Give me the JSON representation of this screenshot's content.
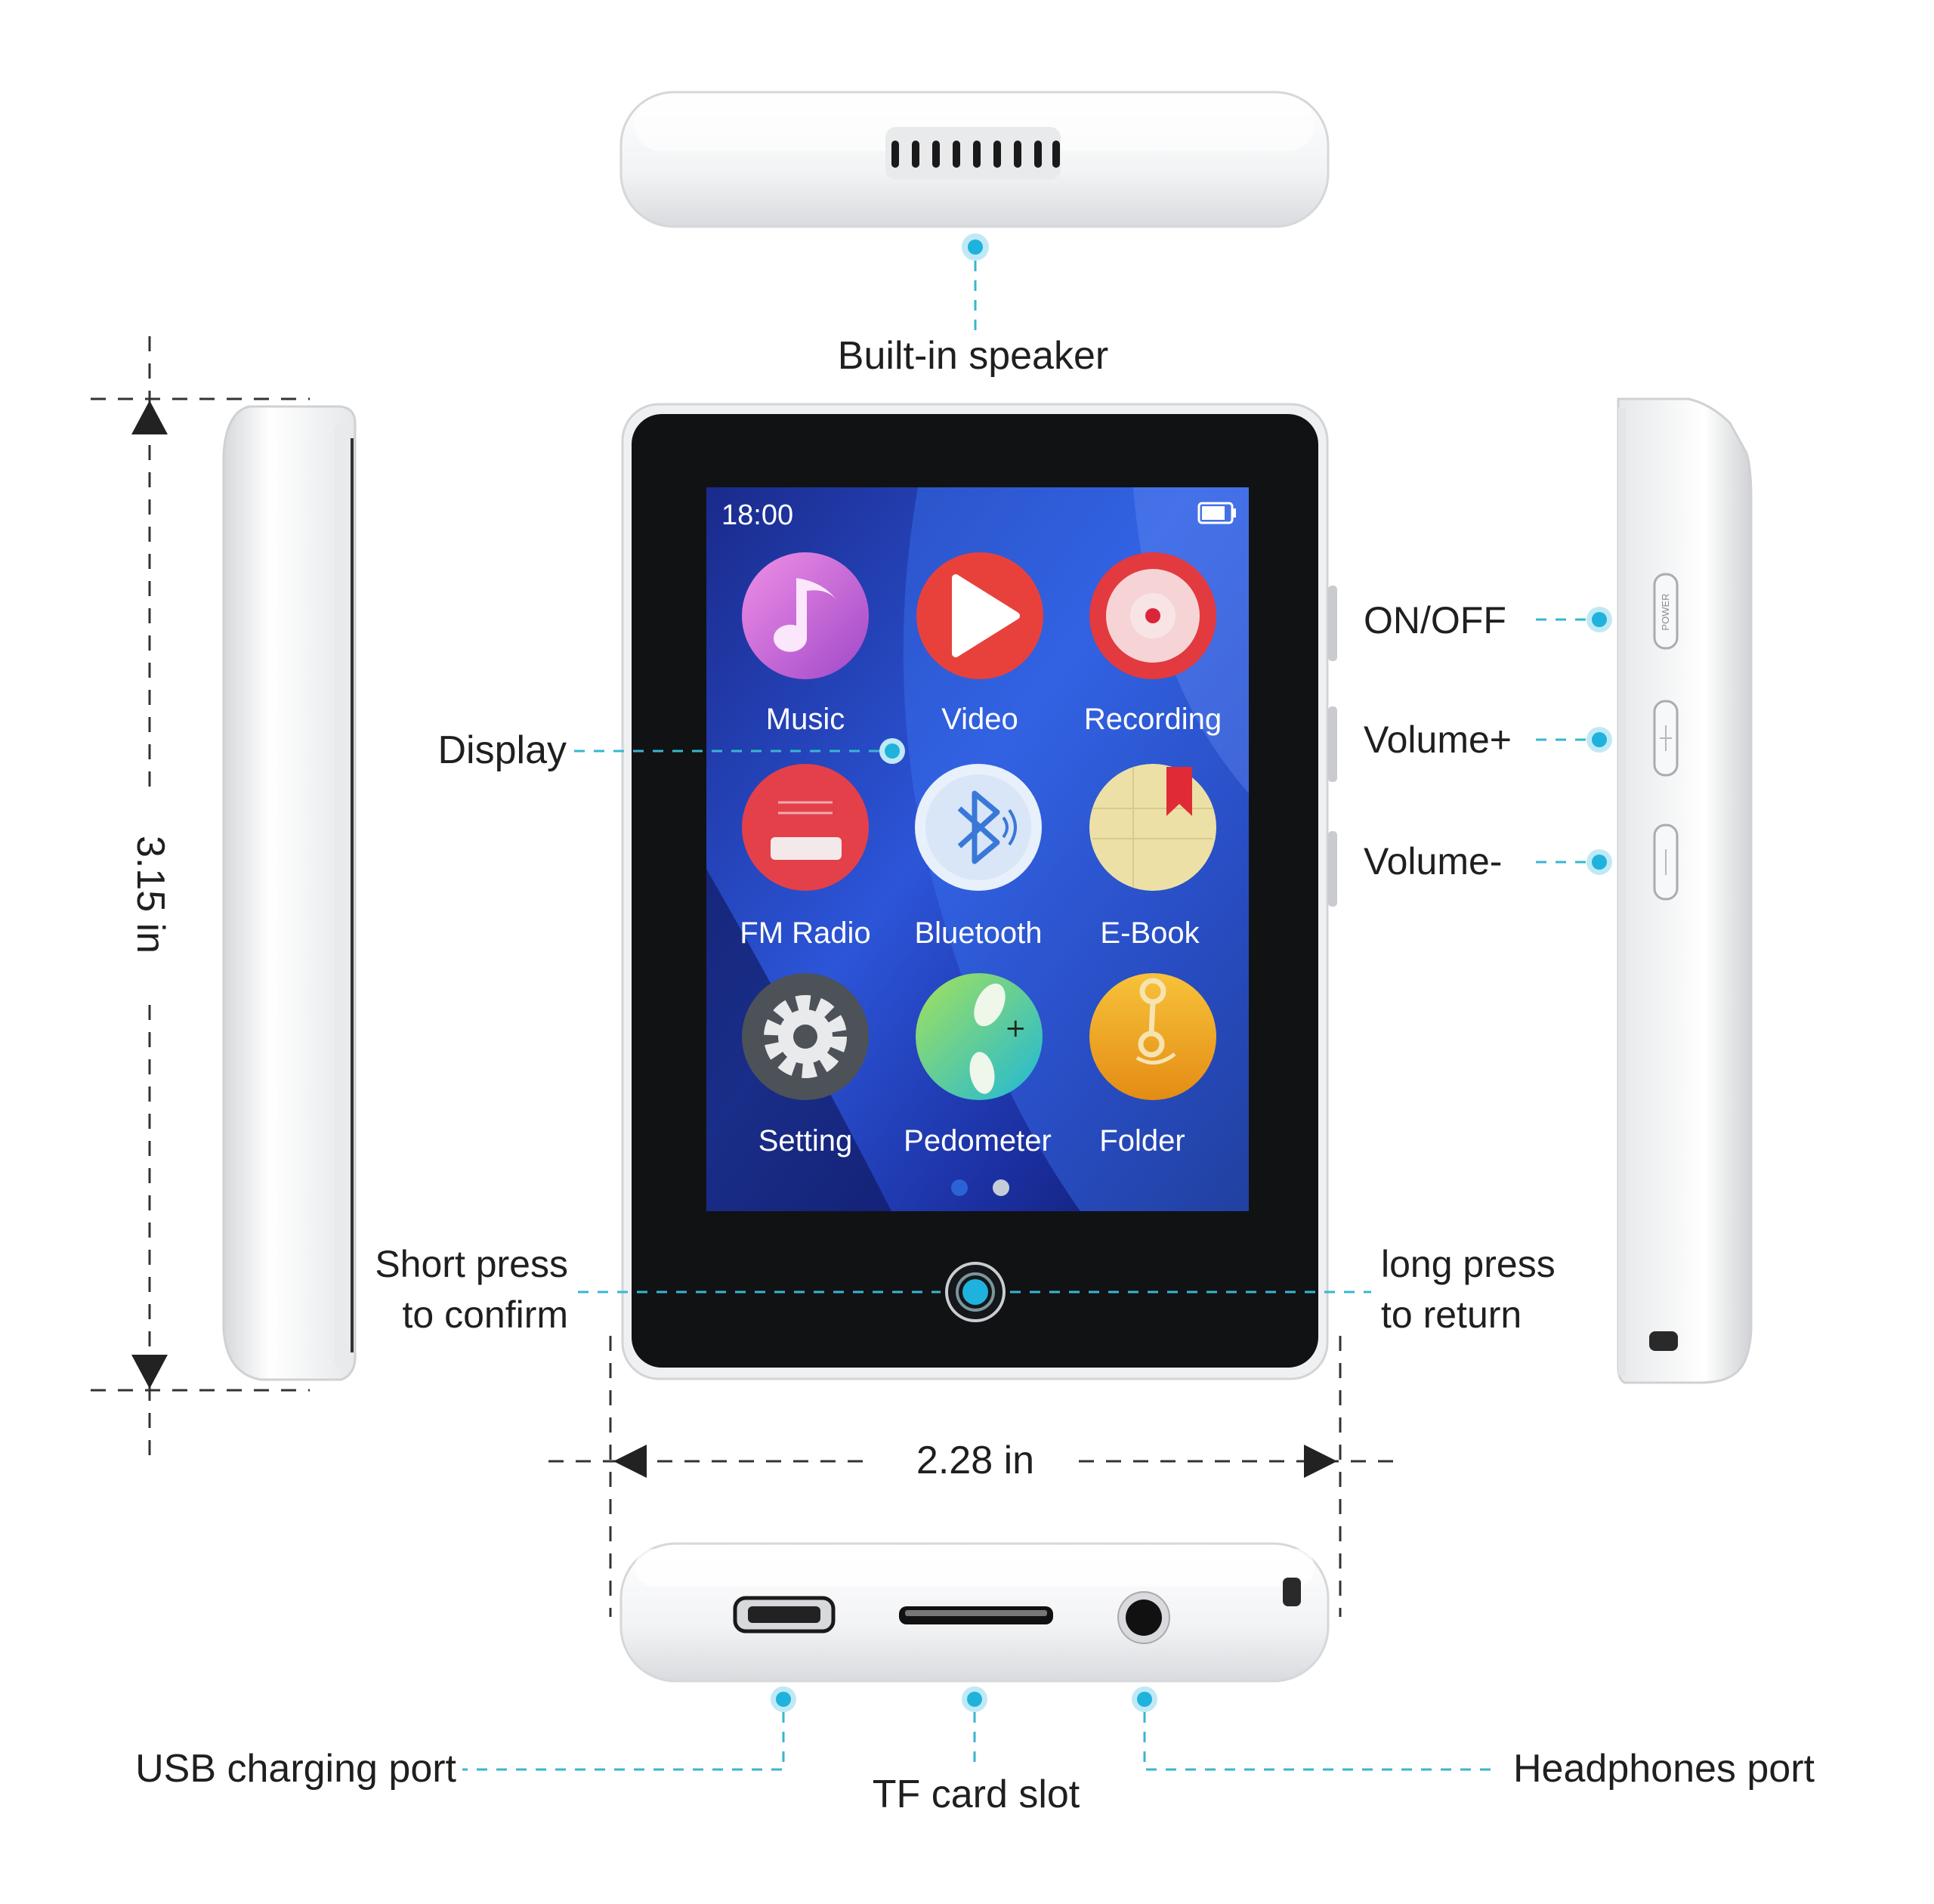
{
  "callouts": {
    "speaker": "Built-in speaker",
    "display": "Display",
    "on_off": "ON/OFF",
    "volume_up": "Volume+",
    "volume_down": "Volume-",
    "short_press_line1": "Short press",
    "short_press_line2": "to confirm",
    "long_press_line1": "long press",
    "long_press_line2": "to return",
    "usb": "USB charging port",
    "tf_card": "TF card slot",
    "headphones": "Headphones port"
  },
  "dimensions": {
    "height": "3.15 in",
    "width": "2.28 in"
  },
  "screen": {
    "time": "18:00",
    "apps": [
      {
        "label": "Music",
        "icon": "music-note-icon",
        "color": "#d36ad8"
      },
      {
        "label": "Video",
        "icon": "play-icon",
        "color": "#e8413c"
      },
      {
        "label": "Recording",
        "icon": "record-icon",
        "color": "#e23a3f"
      },
      {
        "label": "FM Radio",
        "icon": "radio-icon",
        "color": "#e3404a"
      },
      {
        "label": "Bluetooth",
        "icon": "bluetooth-icon",
        "color": "#e8f0fb"
      },
      {
        "label": "E-Book",
        "icon": "book-icon",
        "color": "#ece0a6"
      },
      {
        "label": "Setting",
        "icon": "gear-icon",
        "color": "#4d5158"
      },
      {
        "label": "Pedometer",
        "icon": "footprint-icon",
        "color": "#35c8b8"
      },
      {
        "label": "Folder",
        "icon": "folder-icon",
        "color": "#f0a91e"
      }
    ],
    "page_indicator": {
      "pages": 2,
      "active": 1
    }
  },
  "button_text": {
    "power": "POWER"
  },
  "colors": {
    "accent": "#1fb2dd",
    "leader": "#38b6cf",
    "device": "#f4f5f7"
  }
}
